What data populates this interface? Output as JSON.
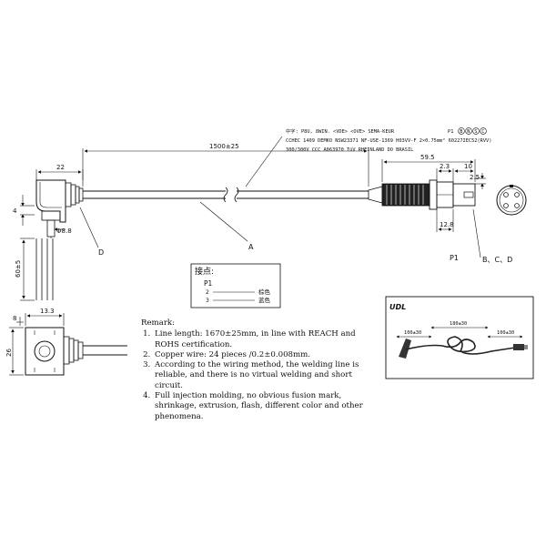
{
  "header_text": {
    "line1": "中字: P8U, 8WIN. <VDE> <OVE> SEMA-KEUR",
    "line1_mark": "P1",
    "line1_circles": [
      "B",
      "N",
      "S",
      "C"
    ],
    "line2": "CCHEC 1409 DEMKO NSW23371 NF-USE-1369 H03VV-F 2×0.75mm²  60227IEC52(RVV)",
    "line3": "300/300V CCC A063970 TüV RHEINLAND DO BRASIL"
  },
  "dimensions": {
    "total_length": "1500±25",
    "plug_length": "22",
    "plug_height": "4",
    "pin_dia": "Φ8.8",
    "pin_len": "60±5",
    "connector_len": "59.5",
    "d_2_3": "2.3",
    "d_10": "10",
    "d_2_5": "2.5",
    "d_12_8": "12.8",
    "front_width": "13.3",
    "front_height": "26",
    "front_small": "8"
  },
  "callouts": {
    "a": "A",
    "d": "D",
    "p1": "P1",
    "bcd": "B、C、D"
  },
  "connection_box": {
    "title": "接点:",
    "port": "P1",
    "rows": [
      {
        "pin": "2",
        "color": "棕色"
      },
      {
        "pin": "3",
        "color": "蓝色"
      }
    ]
  },
  "photo_box": {
    "tag": "UDL",
    "dims": [
      "100±30",
      "180±30",
      "100±30"
    ]
  },
  "remarks": {
    "title": "Remark:",
    "items": [
      "Line length: 1670±25mm, in line with REACH and ROHS certification.",
      "Copper wire: 24 pieces /0.2±0.008mm.",
      "According to the wiring method, the welding line is reliable, and there is no virtual welding and short circuit.",
      "Full injection molding, no obvious fusion mark, shrinkage, extrusion, flash, different color and other phenomena."
    ]
  }
}
